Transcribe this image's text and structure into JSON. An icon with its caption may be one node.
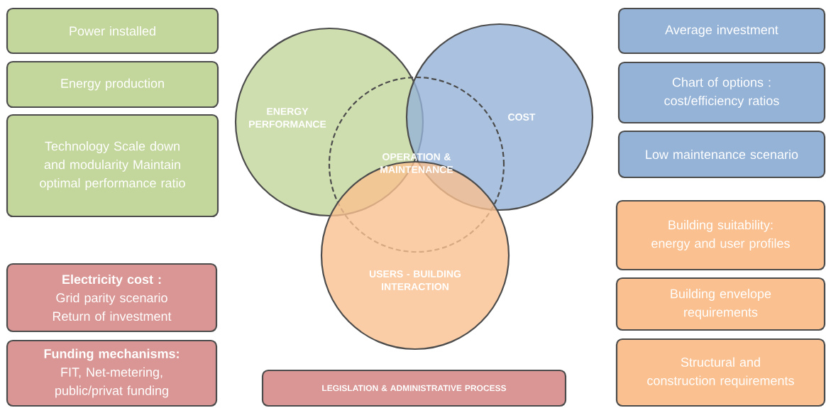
{
  "diagram": {
    "nodes": [
      {
        "text": [
          "Power installed"
        ]
      },
      {
        "text": [
          "Energy production"
        ]
      },
      {
        "text": [
          "Technology Scale down and modularity Maintain optimal performance ratio"
        ]
      },
      {
        "text": [
          "Electricity cost :",
          "Grid parity scenario Return of investment"
        ]
      },
      {
        "text": [
          "Funding mechanisms:",
          "FIT, Net-metering, public/privat funding"
        ]
      },
      {
        "text": [
          "ENERGY PERFORMANCE"
        ]
      },
      {
        "text": [
          "COST"
        ]
      },
      {
        "text": [
          "OPERATION & MAINTENANCE"
        ]
      },
      {
        "text": [
          "USERS - BUILDING INTERACTION"
        ]
      },
      {
        "text": [
          "Average investment"
        ]
      },
      {
        "text": [
          "Chart of options : cost/efficiency ratios"
        ]
      },
      {
        "text": [
          "Low maintenance scenario"
        ]
      },
      {
        "text": [
          "Building suitability: energy and user profiles"
        ]
      },
      {
        "text": [
          "Building envelope requirements"
        ]
      },
      {
        "text": [
          "Structural and construction requirements"
        ]
      },
      {
        "text": [
          "LEGISLATION & ADMINISTRATIVE PROCESS"
        ]
      }
    ]
  }
}
